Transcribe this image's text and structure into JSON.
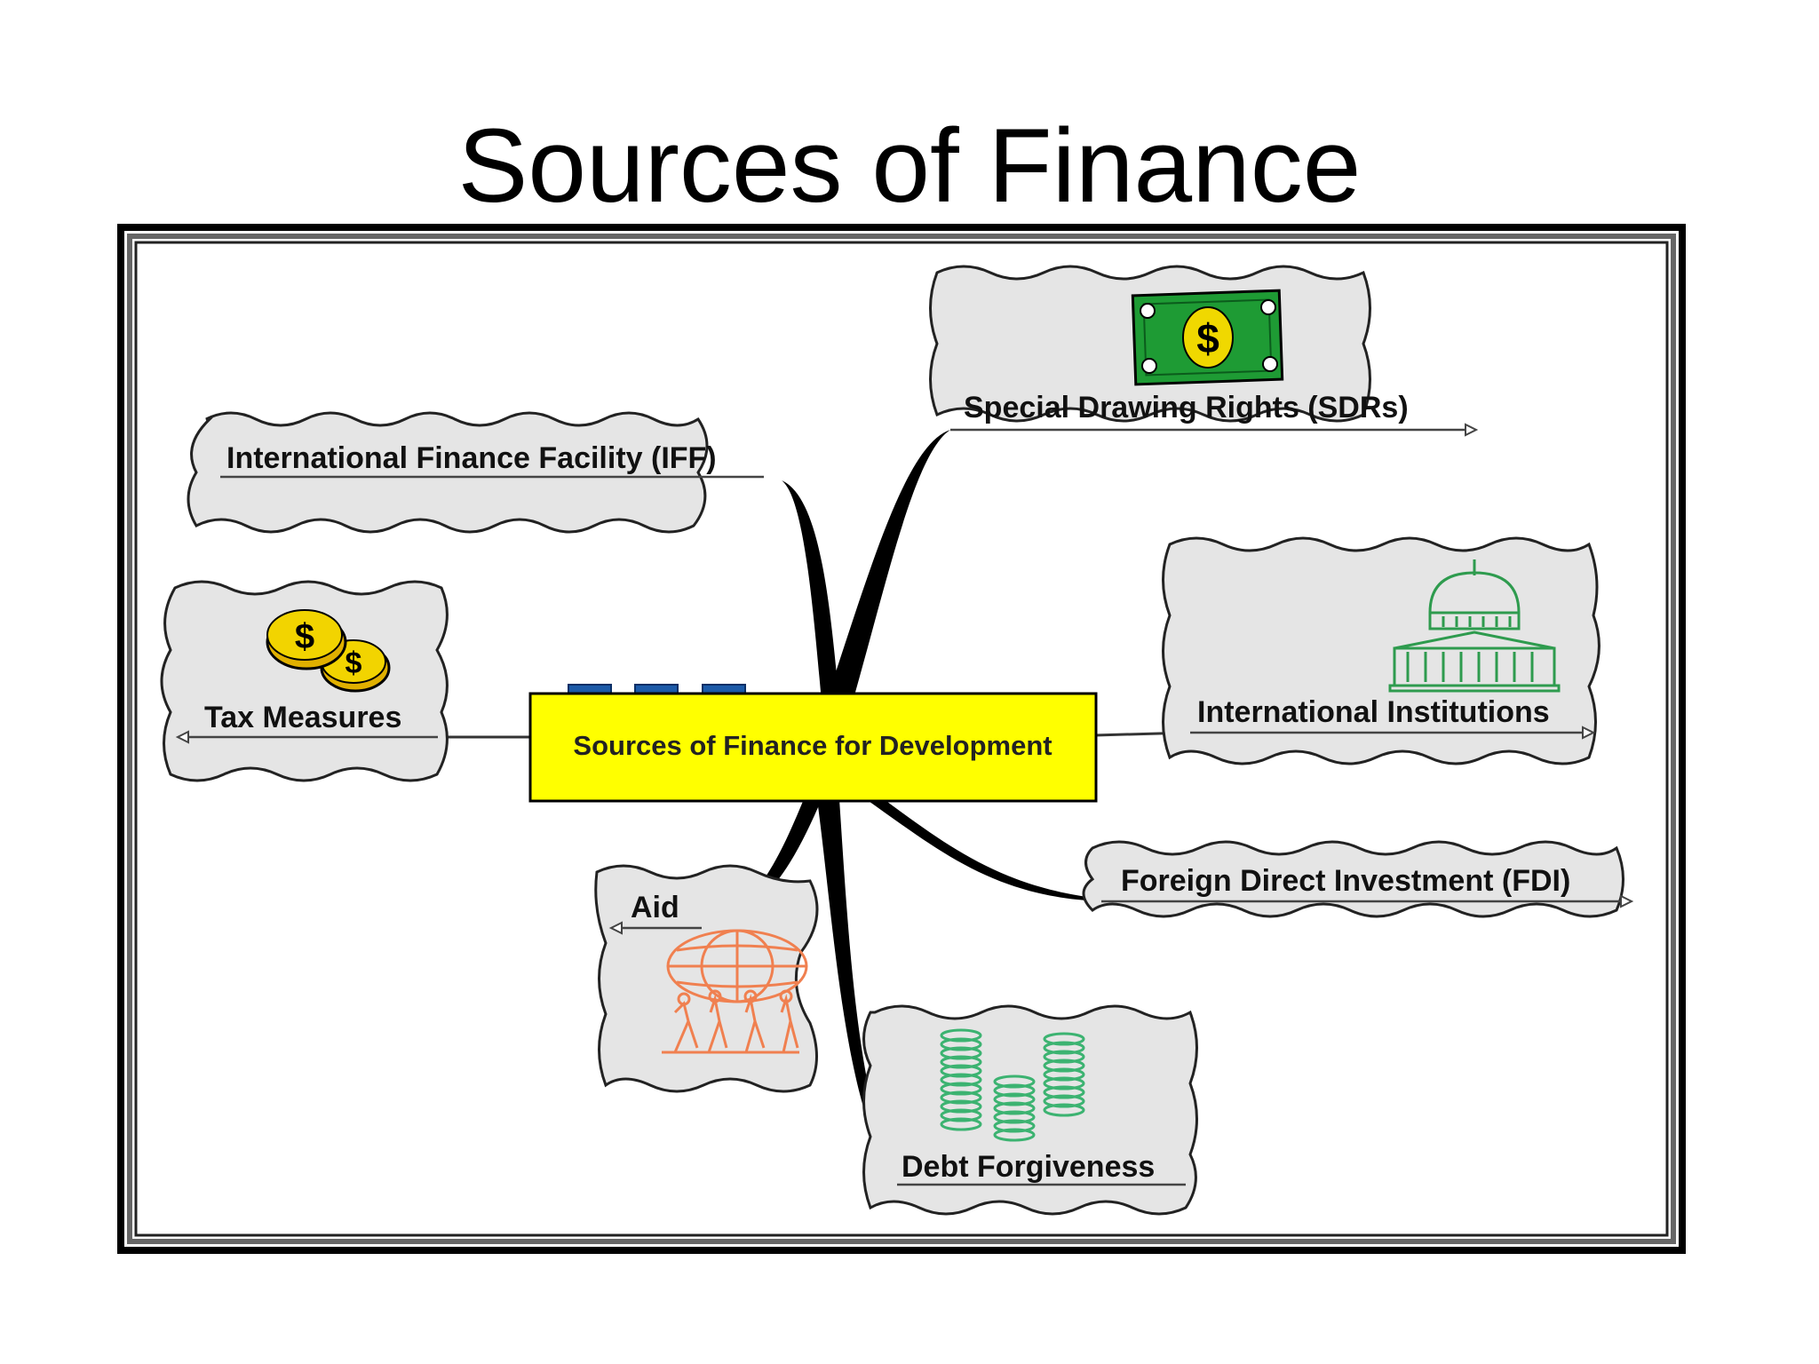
{
  "title": "Sources of Finance",
  "center": {
    "label": "Sources of Finance for Development",
    "color": "#ffff00"
  },
  "branches": {
    "iff": {
      "label": "International Finance Facility (IFF)"
    },
    "sdr": {
      "label": "Special Drawing Rights (SDRs)",
      "icon": "dollar-bill-icon"
    },
    "tax": {
      "label": "Tax Measures",
      "icon": "gold-coins-icon"
    },
    "institutions": {
      "label": "International Institutions",
      "icon": "capitol-building-icon"
    },
    "fdi": {
      "label": "Foreign Direct Investment (FDI)"
    },
    "aid": {
      "label": "Aid",
      "icon": "people-holding-globe-icon"
    },
    "debt": {
      "label": "Debt Forgiveness",
      "icon": "coin-stacks-icon"
    }
  },
  "colors": {
    "bill_green": "#1e9b34",
    "coin_gold": "#f0d800",
    "aid_orange": "#f08050",
    "stack_green": "#3cb371",
    "tab_blue": "#1c5aa8"
  }
}
